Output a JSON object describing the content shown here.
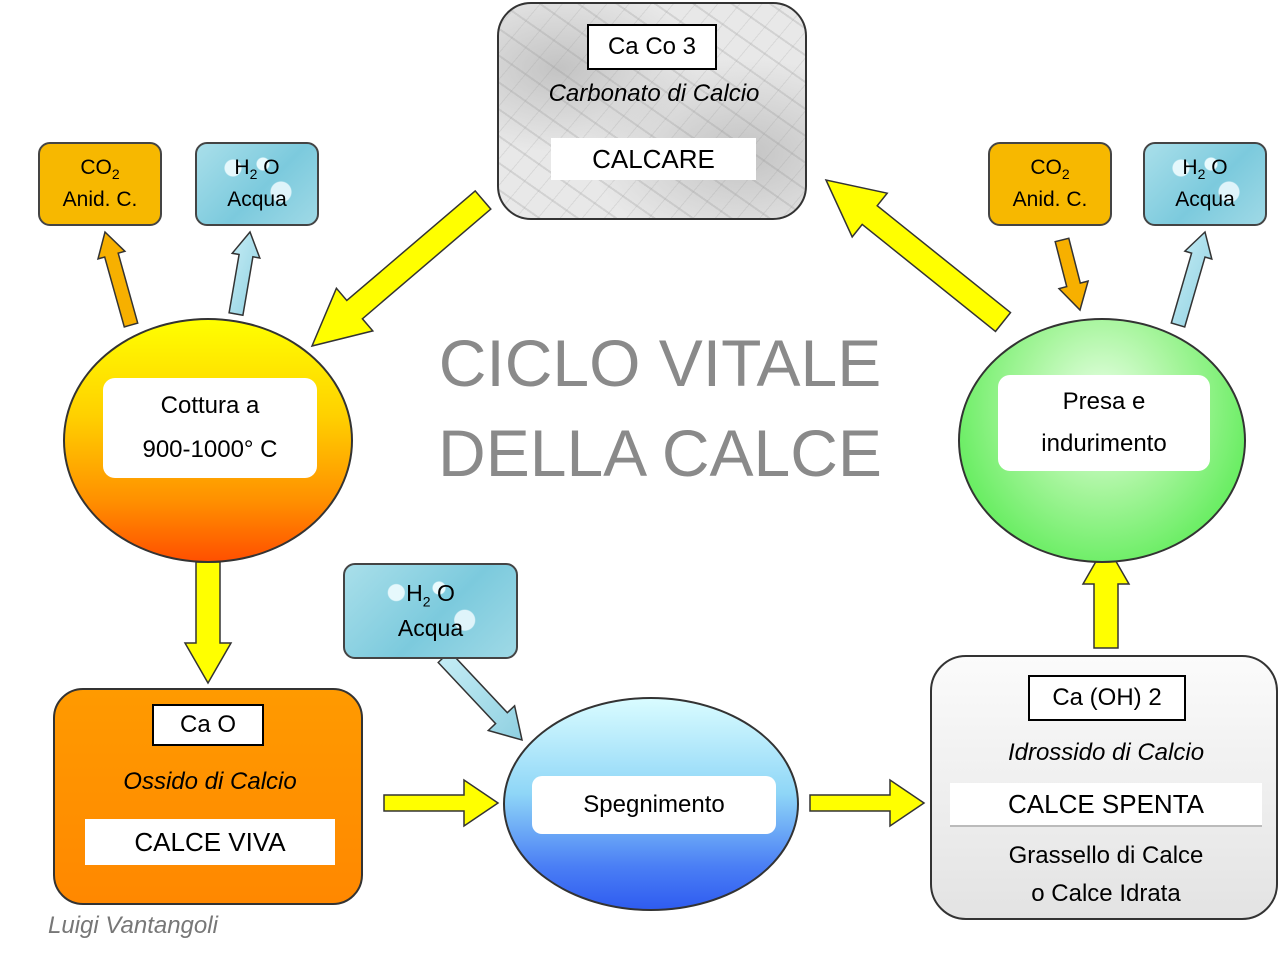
{
  "title": {
    "line1": "CICLO VITALE",
    "line2": "DELLA CALCE"
  },
  "author": "Luigi Vantangoli",
  "calcare": {
    "formula": "Ca Co 3",
    "chemical_name": "Carbonato di Calcio",
    "common_name": "CALCARE"
  },
  "cottura": {
    "line1": "Cottura a",
    "line2": "900-1000° C"
  },
  "presa": {
    "line1": "Presa e",
    "line2": "indurimento"
  },
  "spegnimento": {
    "label": "Spegnimento"
  },
  "calce_viva": {
    "formula": "Ca O",
    "chemical_name": "Ossido di Calcio",
    "common_name": "CALCE VIVA"
  },
  "calce_spenta": {
    "formula": "Ca (OH) 2",
    "chemical_name": "Idrossido di Calcio",
    "common_name": "CALCE SPENTA",
    "alt_line1": "Grassello di Calce",
    "alt_line2": "o Calce Idrata"
  },
  "co2_left": {
    "formula": "CO",
    "subscript": "2",
    "name": "Anid. C."
  },
  "h2o_left": {
    "formula_a": "H",
    "subscript": "2",
    "formula_b": " O",
    "name": "Acqua"
  },
  "co2_right": {
    "formula": "CO",
    "subscript": "2",
    "name": "Anid. C."
  },
  "h2o_right": {
    "formula_a": "H",
    "subscript": "2",
    "formula_b": " O",
    "name": "Acqua"
  },
  "h2o_mid": {
    "formula_a": "H",
    "subscript": "2",
    "formula_b": " O",
    "name": "Acqua"
  },
  "colors": {
    "arrow_yellow": "#ffff00",
    "arrow_orange": "#f7b000",
    "arrow_water": "#9ad7e6",
    "title_grey": "#8a8a8a"
  }
}
